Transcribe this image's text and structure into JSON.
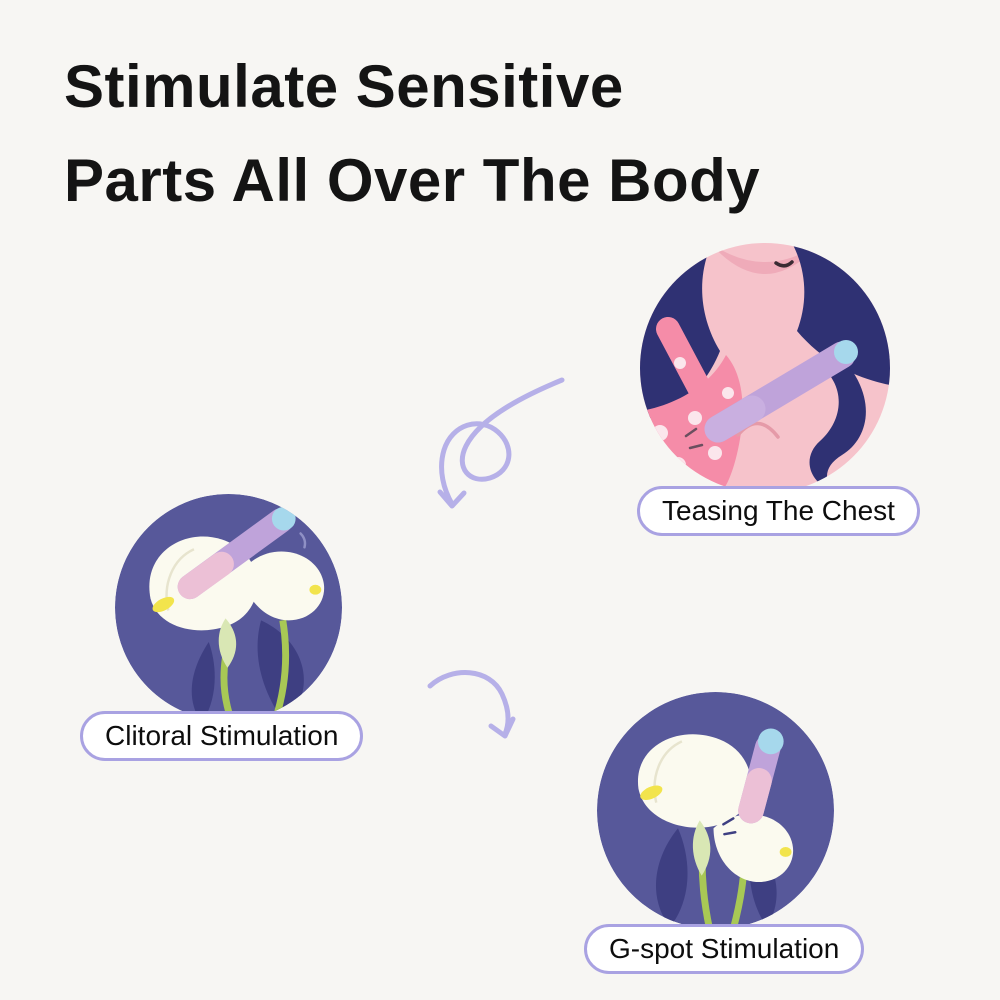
{
  "page": {
    "title_line1": "Stimulate Sensitive",
    "title_line2": "Parts All Over The Body"
  },
  "callouts": {
    "chest": {
      "label": "Teasing The Chest",
      "illustration": "woman-with-wand-on-chest"
    },
    "clitoral": {
      "label": "Clitoral Stimulation",
      "illustration": "calla-lily-with-wand"
    },
    "gspot": {
      "label": "G-spot Stimulation",
      "illustration": "calla-lily-with-wand"
    }
  },
  "colors": {
    "background": "#f7f6f3",
    "title_text": "#141414",
    "circle_purple": "#57589a",
    "leaf_dark_purple": "#3e3f82",
    "lily_white": "#fbfaef",
    "stem_green": "#a8c855",
    "spadix_yellow": "#f2e44c",
    "wand_lavender": "#bfa3da",
    "wand_pink": "#ecc0d6",
    "wand_tip_blue": "#a6d8ec",
    "skin_pink": "#f6c3cb",
    "hair_navy": "#2f3173",
    "dress_pink": "#f58ca8",
    "arrow_lavender": "#b6b0e8",
    "pill_border": "#a9a2e2"
  }
}
